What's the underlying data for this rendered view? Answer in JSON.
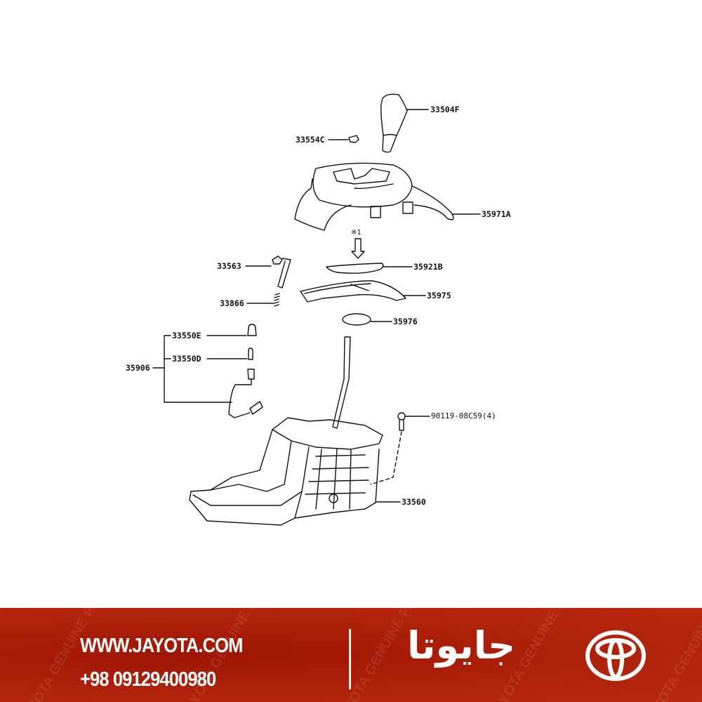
{
  "diagram": {
    "callouts": {
      "knob": "33504F",
      "button": "33554C",
      "housing_cover": "35971A",
      "note_mark": "※1",
      "lock_solenoid": "33563",
      "indicator_plate": "35921B",
      "slide_cover": "35975",
      "spring": "33866",
      "cap": "35976",
      "bulb_e": "33550E",
      "bulb_d": "33550D",
      "bulb_assembly": "35906",
      "screw": "90119-08C59(4)",
      "shift_lever_assy": "33560"
    }
  },
  "banner": {
    "website": "WWW.JAYOTA.COM",
    "phone": "+98 09129400980",
    "brand_name": "جایوتا",
    "watermark": "TOYOTA GENUINE PARTS",
    "background_color": "#a81c08"
  }
}
